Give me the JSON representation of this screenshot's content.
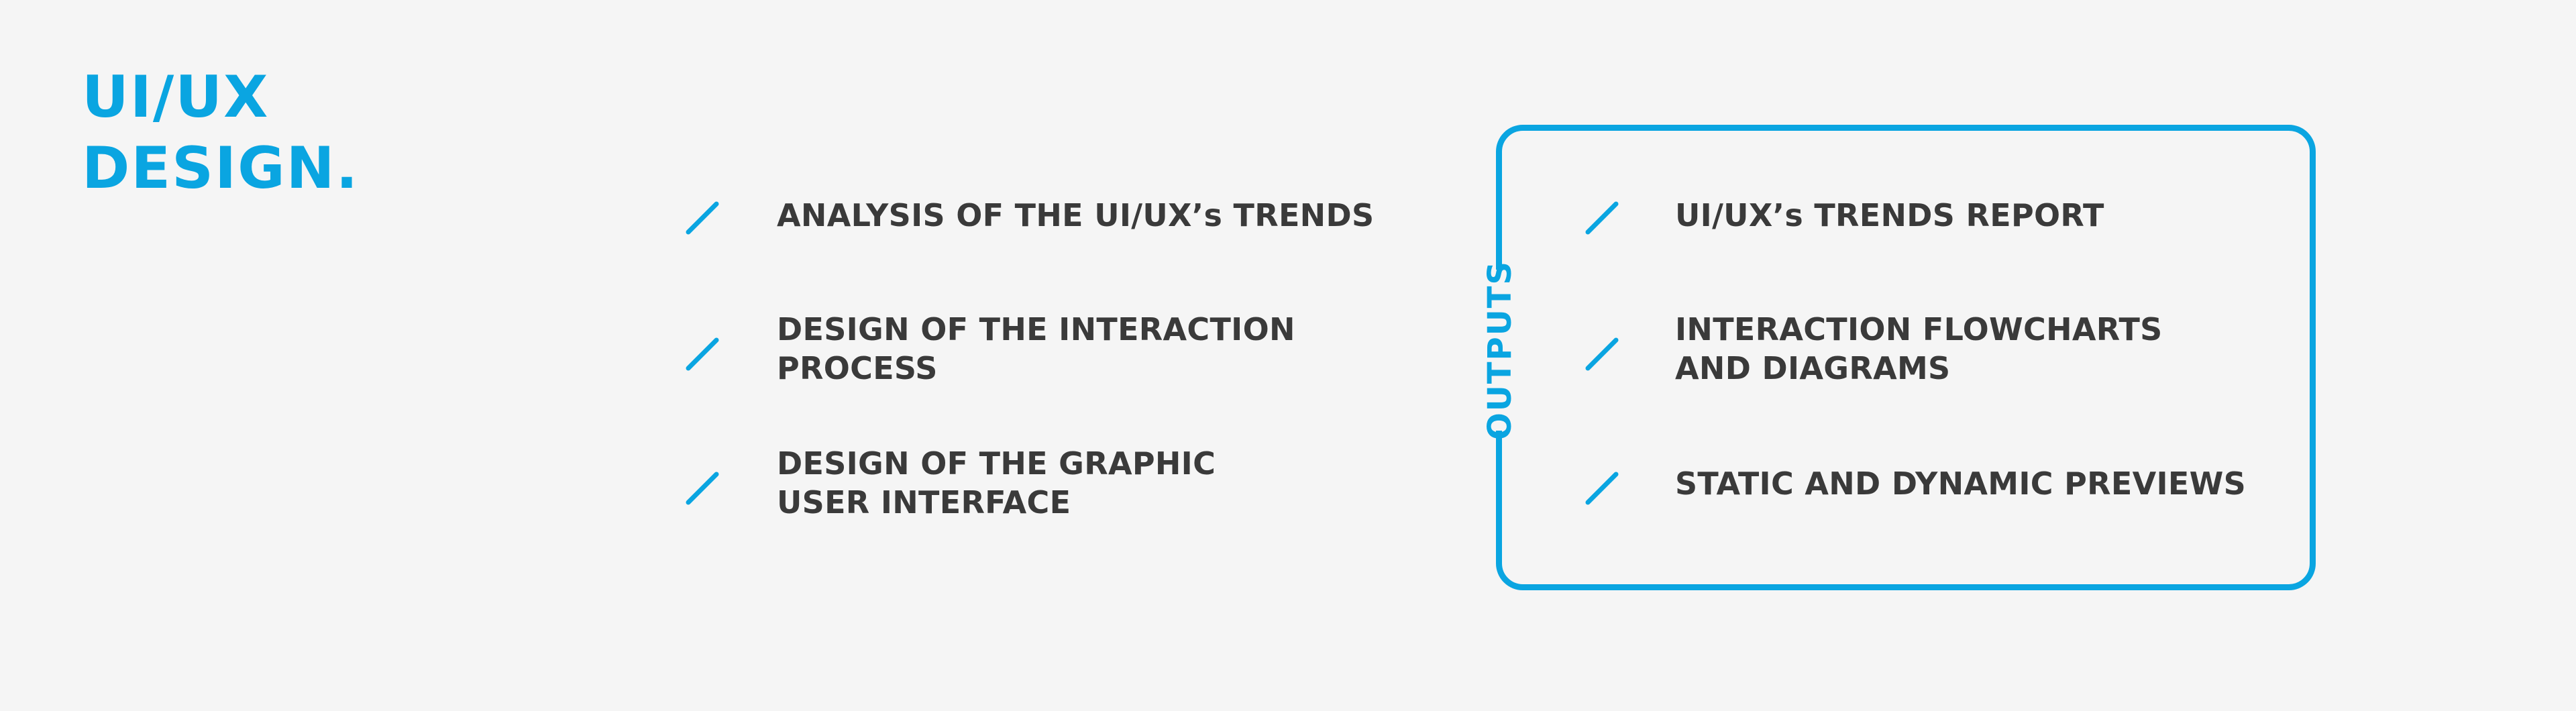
{
  "title": {
    "line1": "UI/UX",
    "line2": "DESIGN."
  },
  "activities": [
    {
      "line1": "ANALYSIS OF THE UI/UX’s TRENDS",
      "line2": ""
    },
    {
      "line1": "DESIGN OF THE INTERACTION",
      "line2": "PROCESS"
    },
    {
      "line1": "DESIGN OF THE GRAPHIC",
      "line2": "USER INTERFACE"
    }
  ],
  "outputs_label": "OUTPUTS",
  "outputs": [
    {
      "line1": "UI/UX’s TRENDS REPORT",
      "line2": ""
    },
    {
      "line1": "INTERACTION FLOWCHARTS",
      "line2": "AND DIAGRAMS"
    },
    {
      "line1": "STATIC AND DYNAMIC PREVIEWS",
      "line2": ""
    }
  ],
  "colors": {
    "accent": "#0aa5e1",
    "text": "#3a3a3a",
    "background": "#f5f5f5"
  },
  "icons": {
    "bullet": "slash-icon"
  }
}
